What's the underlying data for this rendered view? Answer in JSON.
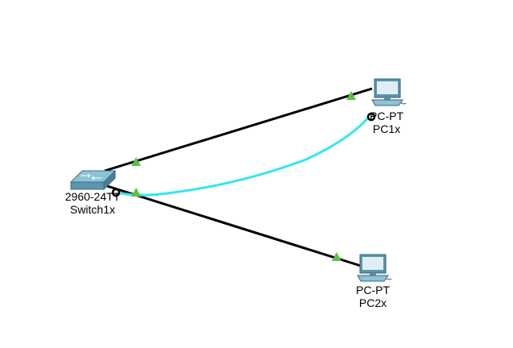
{
  "colors": {
    "link": "#000000",
    "console_cable": "#33e6ee",
    "port_up": "#5fbf45",
    "device_blue": "#5b94ac",
    "background": "#ffffff"
  },
  "devices": {
    "switch": {
      "model": "2960-24TT",
      "name": "Switch1x",
      "icon": "switch-icon"
    },
    "pc1": {
      "model": "PC-PT",
      "name": "PC1x",
      "icon": "pc-icon"
    },
    "pc2": {
      "model": "PC-PT",
      "name": "PC2x",
      "icon": "pc-icon"
    }
  },
  "links": [
    {
      "from": "Switch1x",
      "to": "PC1x",
      "type": "copper-straight",
      "status": "up"
    },
    {
      "from": "Switch1x",
      "to": "PC2x",
      "type": "copper-straight",
      "status": "up"
    },
    {
      "from": "Switch1x",
      "to": "PC1x",
      "type": "console",
      "status": "connected"
    }
  ]
}
